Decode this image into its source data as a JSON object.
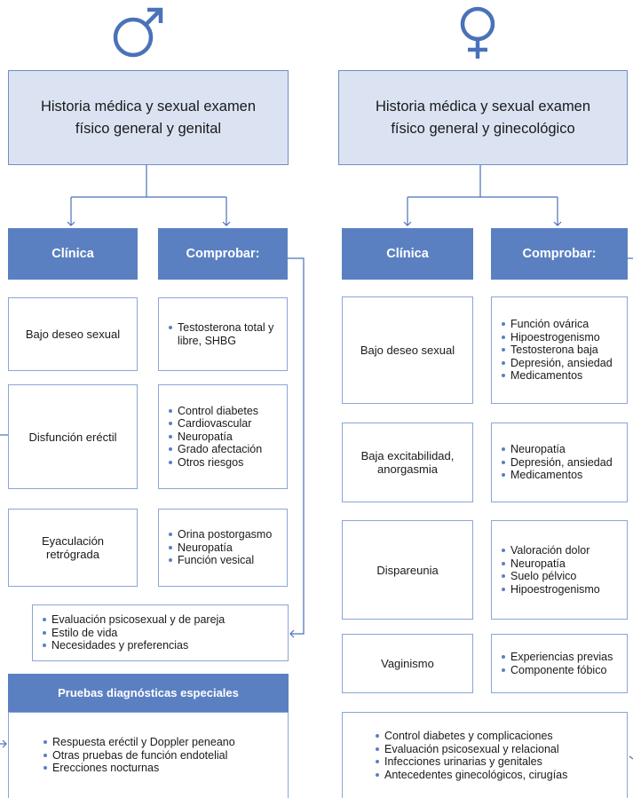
{
  "symbols": {
    "male": "male-symbol",
    "female": "female-symbol",
    "color": "#4a72b8"
  },
  "male": {
    "header": "Historia médica y sexual examen físico general y genital",
    "clinica_label": "Clínica",
    "comprobar_label": "Comprobar:",
    "rows": [
      {
        "clinica": "Bajo deseo sexual",
        "comprobar": [
          "Testosterona total y libre, SHBG"
        ]
      },
      {
        "clinica": "Disfunción eréctil",
        "comprobar": [
          "Control diabetes",
          "Cardiovascular",
          "Neuropatía",
          "Grado afectación",
          "Otros riesgos"
        ]
      },
      {
        "clinica": "Eyaculación retrógrada",
        "comprobar": [
          "Orina postorgasmo",
          "Neuropatía",
          "Función vesical"
        ]
      }
    ],
    "evaluation": [
      "Evaluación psicosexual y de pareja",
      "Estilo de vida",
      "Necesidades y preferencias"
    ],
    "special_title": "Pruebas diagnósticas especiales",
    "special_items": [
      "Respuesta eréctil y Doppler peneano",
      "Otras pruebas de función endotelial",
      "Erecciones nocturnas"
    ]
  },
  "female": {
    "header": "Historia médica y sexual examen físico general y ginecológico",
    "clinica_label": "Clínica",
    "comprobar_label": "Comprobar:",
    "rows": [
      {
        "clinica": "Bajo deseo sexual",
        "comprobar": [
          "Función ovárica",
          "Hipoestrogenismo",
          "Testosterona baja",
          "Depresión, ansiedad",
          "Medicamentos"
        ]
      },
      {
        "clinica": "Baja excitabilidad, anorgasmia",
        "comprobar": [
          "Neuropatía",
          "Depresión, ansiedad",
          "Medicamentos"
        ]
      },
      {
        "clinica": "Dispareunia",
        "comprobar": [
          "Valoración dolor",
          "Neuropatía",
          "Suelo pélvico",
          "Hipoestrogenismo"
        ]
      },
      {
        "clinica": "Vaginismo",
        "comprobar": [
          "Experiencias previas",
          "Componente fóbico"
        ]
      }
    ],
    "evaluation": [
      "Control diabetes y complicaciones",
      "Evaluación psicosexual y relacional",
      "Infecciones urinarias y genitales",
      "Antecedentes ginecológicos, cirugías"
    ]
  }
}
